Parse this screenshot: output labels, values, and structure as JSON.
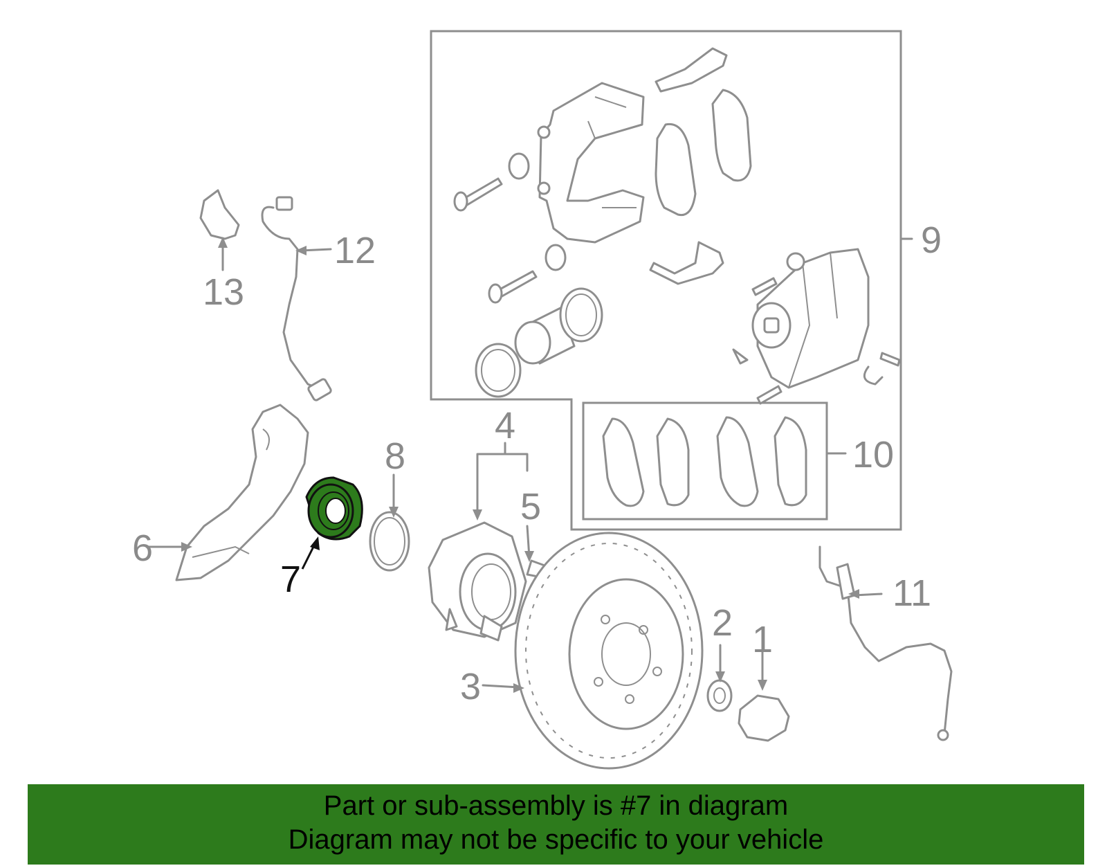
{
  "labels": {
    "l1": "1",
    "l2": "2",
    "l3": "3",
    "l4": "4",
    "l5": "5",
    "l6": "6",
    "l7": "7",
    "l8": "8",
    "l9": "9",
    "l10": "10",
    "l11": "11",
    "l12": "12",
    "l13": "13"
  },
  "highlight": {
    "part": "7",
    "color": "#2d7b1c"
  },
  "banner": {
    "line1": "Part or sub-assembly is #7 in diagram",
    "line2": "Diagram may not be specific to your vehicle",
    "background": "#2d7b1c"
  }
}
